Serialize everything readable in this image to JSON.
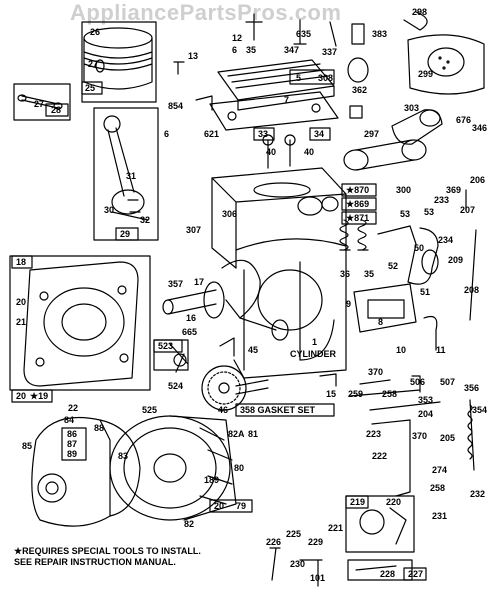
{
  "watermark": "AppliancePartsPros.com",
  "notes": {
    "line1": "★REQUIRES SPECIAL TOOLS TO INSTALL.",
    "line2": "SEE REPAIR INSTRUCTION MANUAL."
  },
  "labels": {
    "p26": "26",
    "p27a": "27",
    "p25": "25",
    "p27b": "27",
    "p28": "28",
    "p13": "13",
    "p12": "12",
    "p6a": "6",
    "p35": "35",
    "p347": "347",
    "p635": "635",
    "p337": "337",
    "p383": "383",
    "p298": "298",
    "p299": "299",
    "p5": "5",
    "p308": "308",
    "p7": "7",
    "p362": "362",
    "p854": "854",
    "p6b": "6",
    "p621": "621",
    "p297": "297",
    "p303": "303",
    "p676": "676",
    "p346": "346",
    "p33": "33",
    "p34": "34",
    "p40a": "40",
    "p40b": "40",
    "p300": "300",
    "p31": "31",
    "p30": "30",
    "p32": "32",
    "p29": "29",
    "p870": "★870",
    "p869": "★869",
    "p871": "★871",
    "p306": "306",
    "p307": "307",
    "p369": "369",
    "p233": "233",
    "p206": "206",
    "p207": "207",
    "p53a": "53",
    "p53b": "53",
    "p234": "234",
    "p50": "50",
    "p52": "52",
    "p209": "209",
    "p51": "51",
    "p208": "208",
    "p36": "36",
    "p35b": "35",
    "p18": "18",
    "p20a": "20",
    "p21": "21",
    "p357": "357",
    "p17": "17",
    "p16": "16",
    "p665": "665",
    "p9": "9",
    "p8": "8",
    "p10": "10",
    "p11": "11",
    "p523": "523",
    "p45": "45",
    "p1": "1",
    "cyl": "CYLINDER",
    "p524": "524",
    "p525": "525",
    "p20b": "20",
    "p19": "★19",
    "p22": "22",
    "p15": "15",
    "p370a": "370",
    "p258a": "258",
    "p506": "506",
    "p507": "507",
    "p356": "356",
    "p259": "259",
    "p353": "353",
    "p354": "354",
    "p46": "46",
    "p358": "358 GASKET SET",
    "p84": "84",
    "p85": "85",
    "p88": "88",
    "p82a": "82A",
    "p81": "81",
    "p223": "223",
    "p204": "204",
    "p370b": "370",
    "p205": "205",
    "p86": "86",
    "p87": "87",
    "p89": "89",
    "p83": "83",
    "p222": "222",
    "p274": "274",
    "p189": "189",
    "p80": "80",
    "p258b": "258",
    "p232": "232",
    "p20c": "20",
    "p79": "79",
    "p219": "219",
    "p220": "220",
    "p82": "82",
    "p221": "221",
    "p231": "231",
    "p226": "226",
    "p225": "225",
    "p229": "229",
    "p230": "230",
    "p101": "101",
    "p228": "228",
    "p227": "227"
  }
}
